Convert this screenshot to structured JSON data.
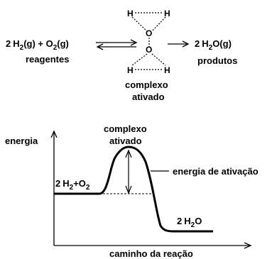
{
  "reaction": {
    "reactants_formula": {
      "coef": "2",
      "h2": "H",
      "h2_sub": "2",
      "h2_state": "(g) + O",
      "o2_sub": "2",
      "o2_state": "(g)"
    },
    "reactants_label": "reagentes",
    "products_formula": {
      "coef": "2",
      "h": "H",
      "h_sub": "2",
      "rest": "O(g)"
    },
    "products_label": "produtos",
    "complex_line1": "complexo",
    "complex_line2": "ativado",
    "atom_h": "H",
    "atom_o": "O"
  },
  "energy_diagram": {
    "y_axis_label": "energia",
    "x_axis_label": "caminho da reação",
    "peak_line1": "complexo",
    "peak_line2": "ativado",
    "activation_label": "energia de ativação",
    "reactants": {
      "coef": "2",
      "h": "H",
      "h_sub": "2",
      "plus_o": "+O",
      "o_sub": "2"
    },
    "products": {
      "coef": "2",
      "h": "H",
      "h_sub": "2",
      "o": "O"
    }
  },
  "colors": {
    "ink": "#000000",
    "background": "#ffffff"
  }
}
